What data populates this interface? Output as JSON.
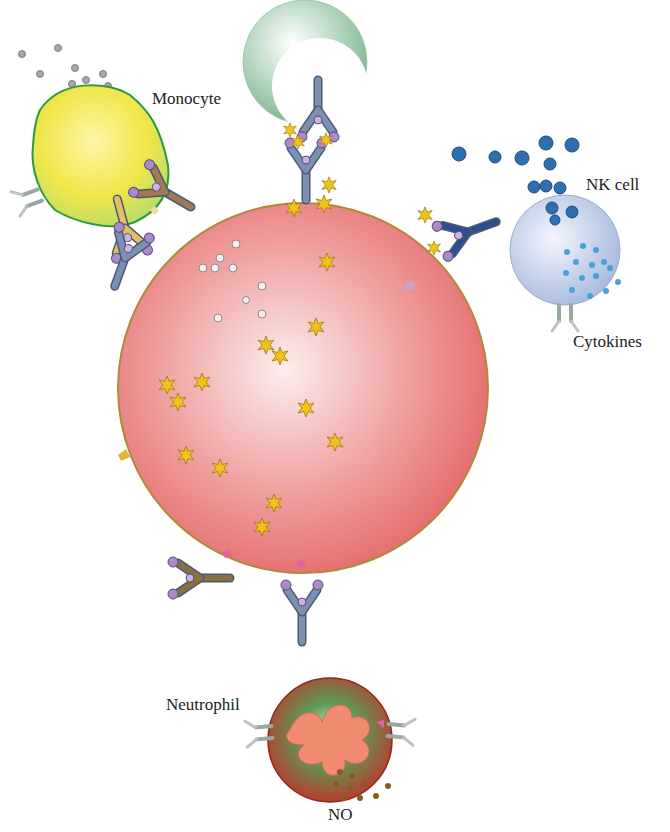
{
  "diagram": {
    "labels": [
      "Monocyte",
      "NK cell",
      "Cytokines",
      "Neutrophil",
      "NO"
    ]
  }
}
